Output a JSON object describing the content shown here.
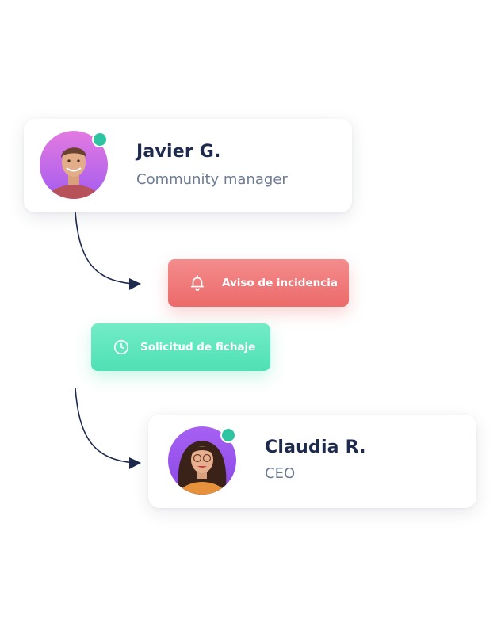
{
  "cards": {
    "javier": {
      "name": "Javier G.",
      "role": "Community manager",
      "status_color": "#2ec4a2"
    },
    "claudia": {
      "name": "Claudia R.",
      "role": "CEO",
      "status_color": "#2ec4a2"
    }
  },
  "actions": {
    "incident": {
      "label": "Aviso de incidencia",
      "icon": "bell-icon",
      "color": "#ec6a6a"
    },
    "clock_in": {
      "label": "Solicitud de fichaje",
      "icon": "clock-icon",
      "color": "#4fe0b4"
    }
  },
  "connector_color": "#1d2a4d"
}
